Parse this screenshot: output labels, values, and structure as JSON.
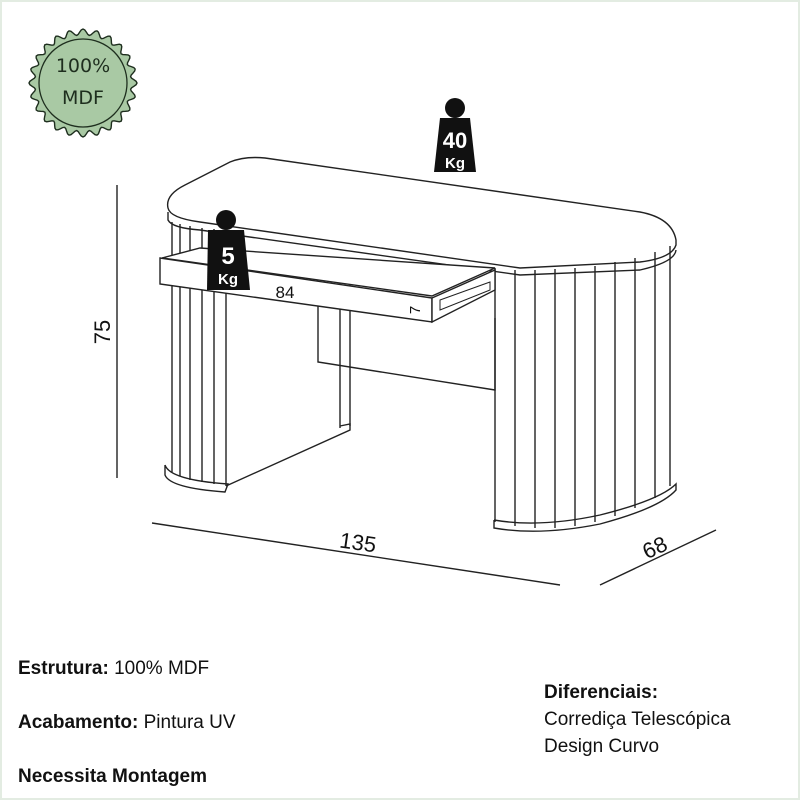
{
  "badge": {
    "line1": "100%",
    "line2": "MDF",
    "color": "#a9c9a4"
  },
  "weights": {
    "top": {
      "value": "40",
      "unit": "Kg"
    },
    "drawer": {
      "value": "5",
      "unit": "Kg"
    }
  },
  "dimensions": {
    "height": "75",
    "width": "135",
    "depth": "68",
    "drawer_width": "84",
    "drawer_height": "7"
  },
  "specs": [
    {
      "label": "Estrutura:",
      "value": " 100% MDF"
    },
    {
      "label": "Acabamento:",
      "value": " Pintura UV"
    },
    {
      "label": "Necessita Montagem",
      "value": ""
    }
  ],
  "features": {
    "title": "Diferenciais:",
    "items": [
      "Corrediça Telescópica",
      "Design Curvo"
    ]
  }
}
